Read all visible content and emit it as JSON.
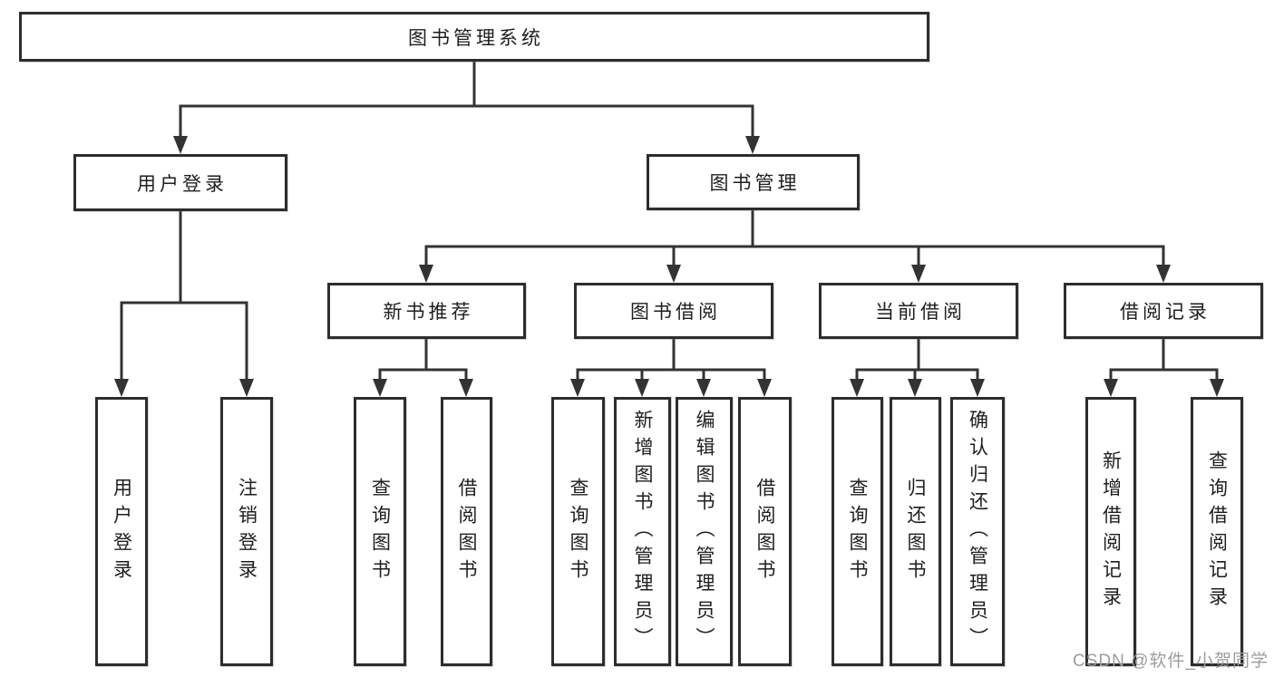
{
  "diagram": {
    "root_label": "图书管理系统",
    "level1": [
      "用户登录",
      "图书管理"
    ],
    "level2": [
      "新书推荐",
      "图书借阅",
      "当前借阅",
      "借阅记录"
    ],
    "leaves": {
      "user_login": [
        "用户登录",
        "注销登录"
      ],
      "new_books": [
        "查询图书",
        "借阅图书"
      ],
      "book_borrow": [
        "查询图书",
        "新增图书（管理员）",
        "编辑图书（管理员）",
        "借阅图书"
      ],
      "current_borrow": [
        "查询图书",
        "归还图书",
        "确认归还（管理员）"
      ],
      "borrow_records": [
        "新增借阅记录",
        "查询借阅记录"
      ]
    }
  },
  "watermark": {
    "text": "CSDN @软件_小贺同学"
  },
  "colors": {
    "line": "#333333",
    "box_border": "#2d2d2d",
    "box_fill": "#ffffff",
    "text": "#1e1e1e",
    "watermark": "#9c9c9c",
    "background": "#ffffff"
  }
}
